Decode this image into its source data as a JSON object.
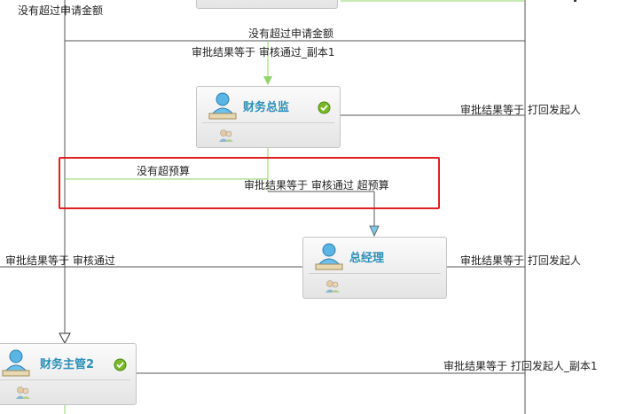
{
  "nodes": {
    "finance_director": {
      "title": "财务总监"
    },
    "general_manager": {
      "title": "总经理"
    },
    "finance_supervisor2": {
      "title": "财务主管2"
    }
  },
  "labels": {
    "not_exceed_left": "没有超过申请金额",
    "not_exceed_center": "没有超过申请金额",
    "approved_copy1": "审批结果等于 审核通过_副本1",
    "return_initiator_1": "审批结果等于 打回发起人",
    "no_over_budget": "没有超预算",
    "over_budget": "审批结果等于 审核通过 超预算",
    "approved_left": "审批结果等于 审核通过",
    "return_initiator_2": "审批结果等于 打回发起人",
    "return_initiator_copy1": "审批结果等于 打回发起人_副本1"
  },
  "colors": {
    "line_dark": "#555555",
    "line_green": "#8fd36a",
    "arrow_blue": "#7cc8e8",
    "highlight_red": "#e02020",
    "node_title": "#2c8fb8",
    "check_green": "#7ab828"
  },
  "icons": [
    "person-icon",
    "approved-check-icon",
    "users-icon"
  ]
}
